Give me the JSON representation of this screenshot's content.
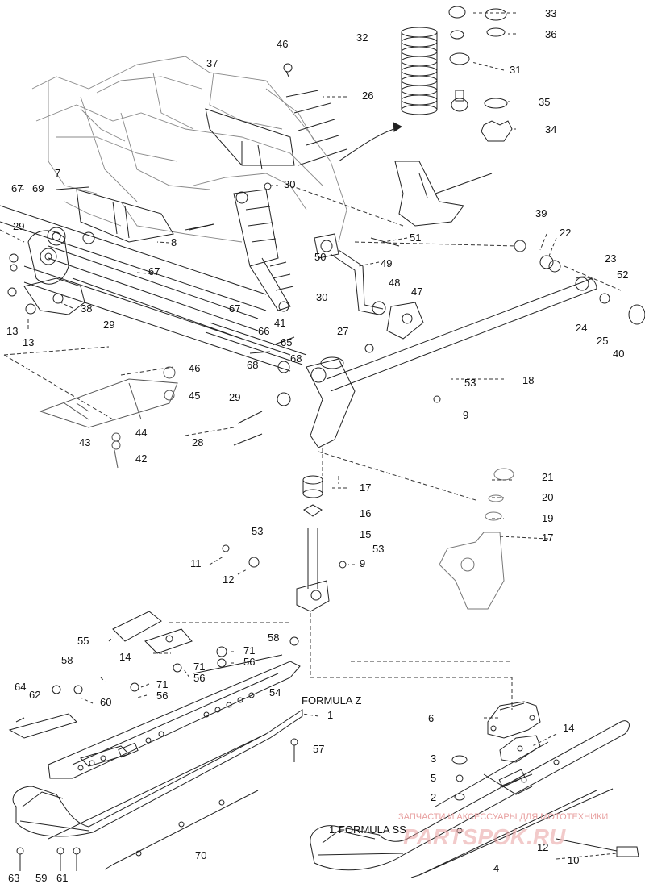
{
  "diagram": {
    "part_labels": {
      "p1a": "1",
      "p1b": "1",
      "p2": "2",
      "p3": "3",
      "p4": "4",
      "p5": "5",
      "p6": "6",
      "p7": "7",
      "p8": "8",
      "p9a": "9",
      "p9b": "9",
      "p10": "10",
      "p11": "11",
      "p12a": "12",
      "p12b": "12",
      "p13a": "13",
      "p13b": "13",
      "p14a": "14",
      "p14b": "14",
      "p15": "15",
      "p16": "16",
      "p17a": "17",
      "p17b": "17",
      "p18": "18",
      "p19": "19",
      "p20": "20",
      "p21": "21",
      "p22": "22",
      "p23": "23",
      "p24": "24",
      "p25": "25",
      "p26": "26",
      "p27": "27",
      "p28": "28",
      "p29a": "29",
      "p29b": "29",
      "p29c": "29",
      "p30a": "30",
      "p30b": "30",
      "p31": "31",
      "p32": "32",
      "p33": "33",
      "p34": "34",
      "p35": "35",
      "p36": "36",
      "p37": "37",
      "p38": "38",
      "p39": "39",
      "p40": "40",
      "p41": "41",
      "p42": "42",
      "p43": "43",
      "p44": "44",
      "p45": "45",
      "p46a": "46",
      "p46b": "46",
      "p47": "47",
      "p48": "48",
      "p49": "49",
      "p50": "50",
      "p51": "51",
      "p52": "52",
      "p53a": "53",
      "p53b": "53",
      "p53c": "53",
      "p54": "54",
      "p55": "55",
      "p56a": "56",
      "p56b": "56",
      "p56c": "56",
      "p57": "57",
      "p58a": "58",
      "p58b": "58",
      "p59": "59",
      "p60": "60",
      "p61": "61",
      "p62": "62",
      "p63": "63",
      "p64": "64",
      "p65": "65",
      "p66": "66",
      "p67a": "67",
      "p67b": "67",
      "p67c": "67",
      "p68a": "68",
      "p68b": "68",
      "p69": "69",
      "p70": "70",
      "p71a": "71",
      "p71b": "71"
    },
    "variant_labels": {
      "formula_z": "FORMULA Z",
      "formula_ss": "FORMULA SS"
    },
    "watermark": {
      "tagline": "ЗАПЧАСТИ И АКСЕССУАРЫ ДЛЯ МОТОТЕХНИКИ",
      "brand": "PARTSPOK.RU"
    },
    "colors": {
      "line": "#222222",
      "watermark": "#e8a0a0"
    }
  }
}
